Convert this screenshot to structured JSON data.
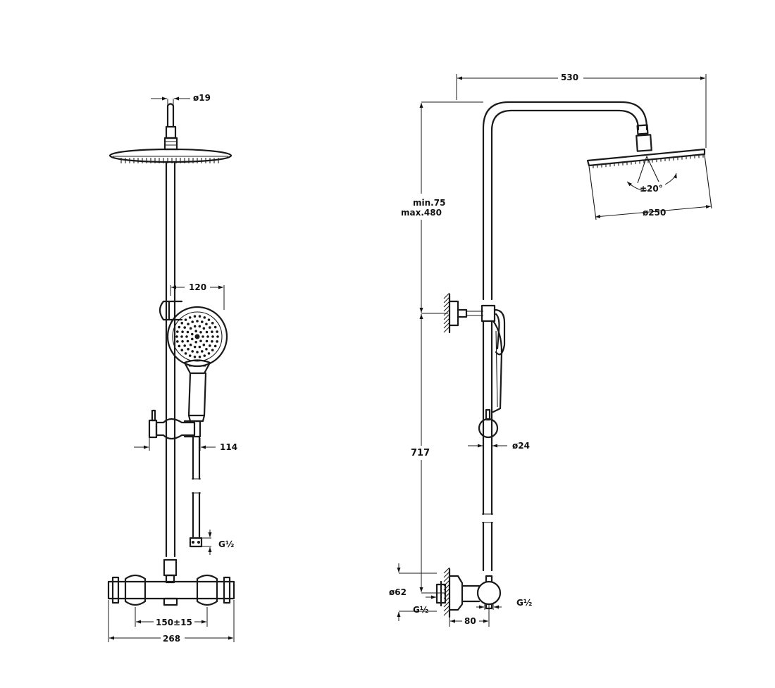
{
  "dimensions": {
    "tube_diameter": "ø19",
    "hand_shower_width": "120",
    "holder_offset": "114",
    "hose_connection": "G½",
    "mixer_spacing": "150±15",
    "mixer_width": "268",
    "arm_length": "530",
    "head_tilt": "±20°",
    "head_diameter": "ø250",
    "height_adjust_min": "min.75",
    "height_adjust_max": "max.480",
    "column_height": "717",
    "column_diameter": "ø24",
    "eccentric_diameter": "ø62",
    "wall_connection": "G½",
    "wall_offset": "80",
    "outlet_connection": "G½"
  }
}
